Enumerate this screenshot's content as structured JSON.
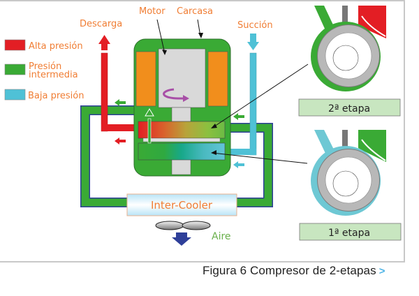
{
  "labels": {
    "descarga": "Descarga",
    "motor": "Motor",
    "carcasa": "Carcasa",
    "succion": "Succión",
    "inter_cooler": "Inter-Cooler",
    "aire": "Aire",
    "stage2": "2ª etapa",
    "stage1": "1ª etapa"
  },
  "legend": [
    {
      "label": "Alta presión",
      "color": "#e31e24"
    },
    {
      "label_line1": "Presión",
      "label_line2": "intermedia",
      "color": "#3aaa35"
    },
    {
      "label": "Baja presión",
      "color": "#4fc1d6"
    }
  ],
  "colors": {
    "high": "#e31e24",
    "mid": "#3aaa35",
    "low": "#4fc1d6",
    "motor_coil": "#f18e1c",
    "rotor": "#d9d9d9",
    "label_text": "#f07d33",
    "aire_text": "#6ab04c",
    "air_arrow": "#2e3f99"
  },
  "caption": {
    "text": "Figura 6 Compresor de 2-etapas",
    "link_glyph": ">"
  }
}
